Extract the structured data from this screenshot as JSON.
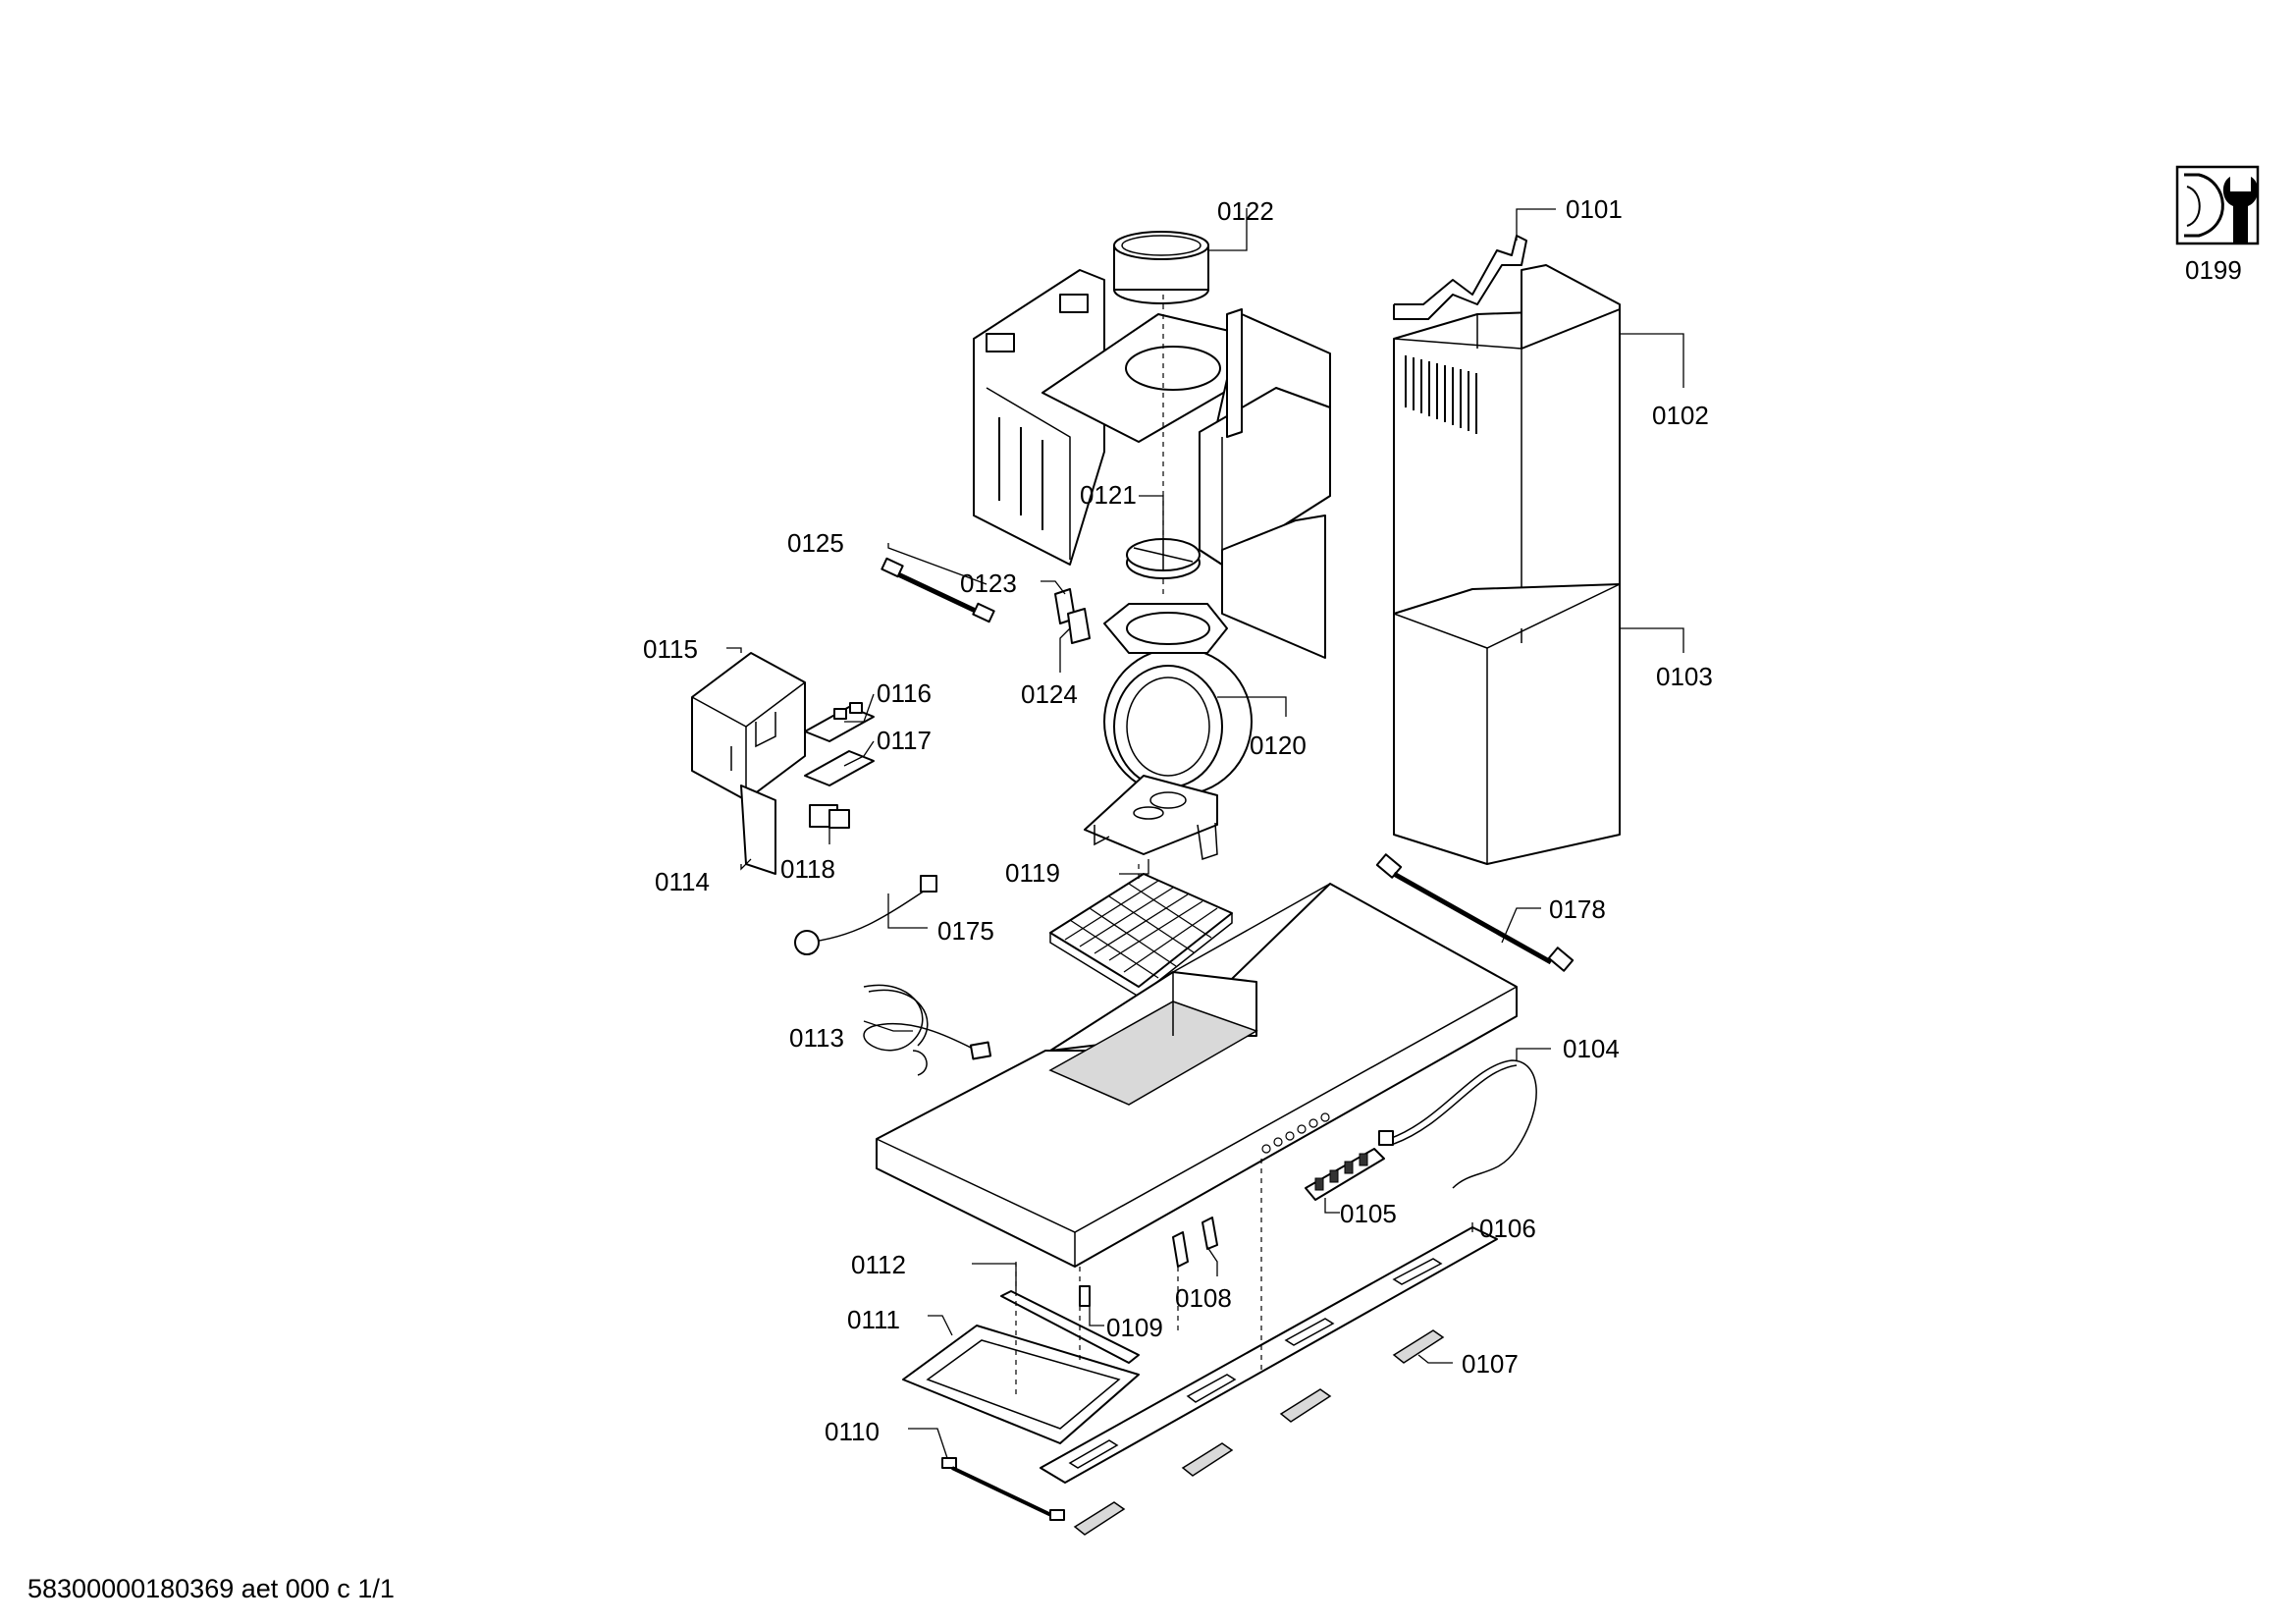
{
  "labels": {
    "p0101": "0101",
    "p0102": "0102",
    "p0103": "0103",
    "p0104": "0104",
    "p0105": "0105",
    "p0106": "0106",
    "p0107": "0107",
    "p0108": "0108",
    "p0109": "0109",
    "p0110": "0110",
    "p0111": "0111",
    "p0112": "0112",
    "p0113": "0113",
    "p0114": "0114",
    "p0115": "0115",
    "p0116": "0116",
    "p0117": "0117",
    "p0118": "0118",
    "p0119": "0119",
    "p0120": "0120",
    "p0121": "0121",
    "p0122": "0122",
    "p0123": "0123",
    "p0124": "0124",
    "p0125": "0125",
    "p0175": "0175",
    "p0178": "0178",
    "p0199": "0199"
  },
  "footer": "58300000180369 aet 000 c 1/1",
  "icons": {
    "service": "wrench-service-icon"
  }
}
